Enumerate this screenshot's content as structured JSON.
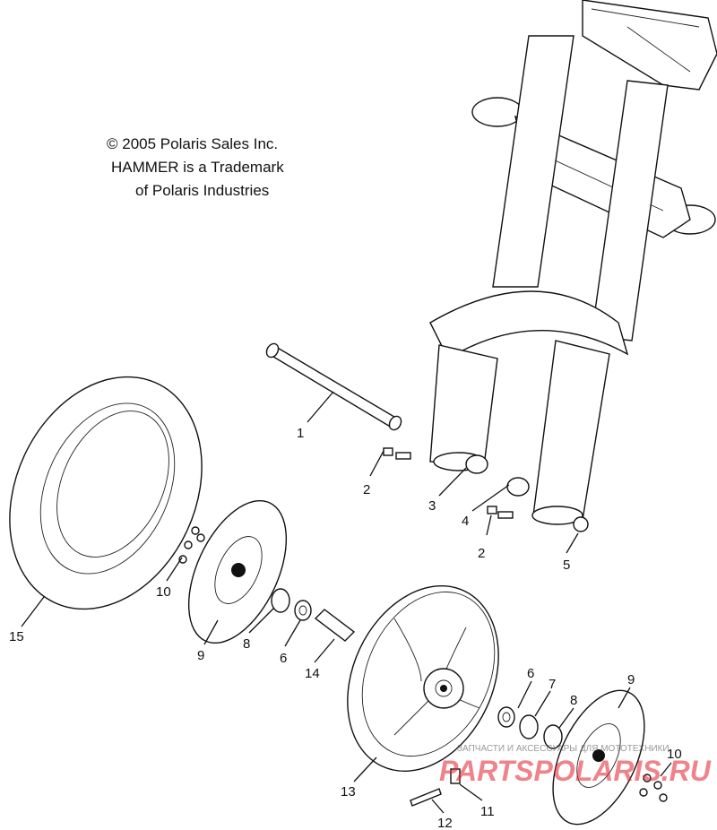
{
  "notice": {
    "line1": "© 2005 Polaris Sales Inc.",
    "line2": "HAMMER is a Trademark",
    "line3": "of Polaris Industries"
  },
  "callouts": [
    "1",
    "2",
    "3",
    "4",
    "2",
    "5",
    "15",
    "10",
    "9",
    "8",
    "6",
    "14",
    "6",
    "7",
    "8",
    "9",
    "10",
    "13",
    "11",
    "12"
  ],
  "watermark": {
    "brand": "PARTSPOLARIS.RU",
    "tagline": "ЗАПЧАСТИ И АКСЕССУАРЫ ДЛЯ МОТОТЕХНИКИ"
  },
  "colors": {
    "line": "#111111",
    "watermark": "#e21e2b"
  }
}
